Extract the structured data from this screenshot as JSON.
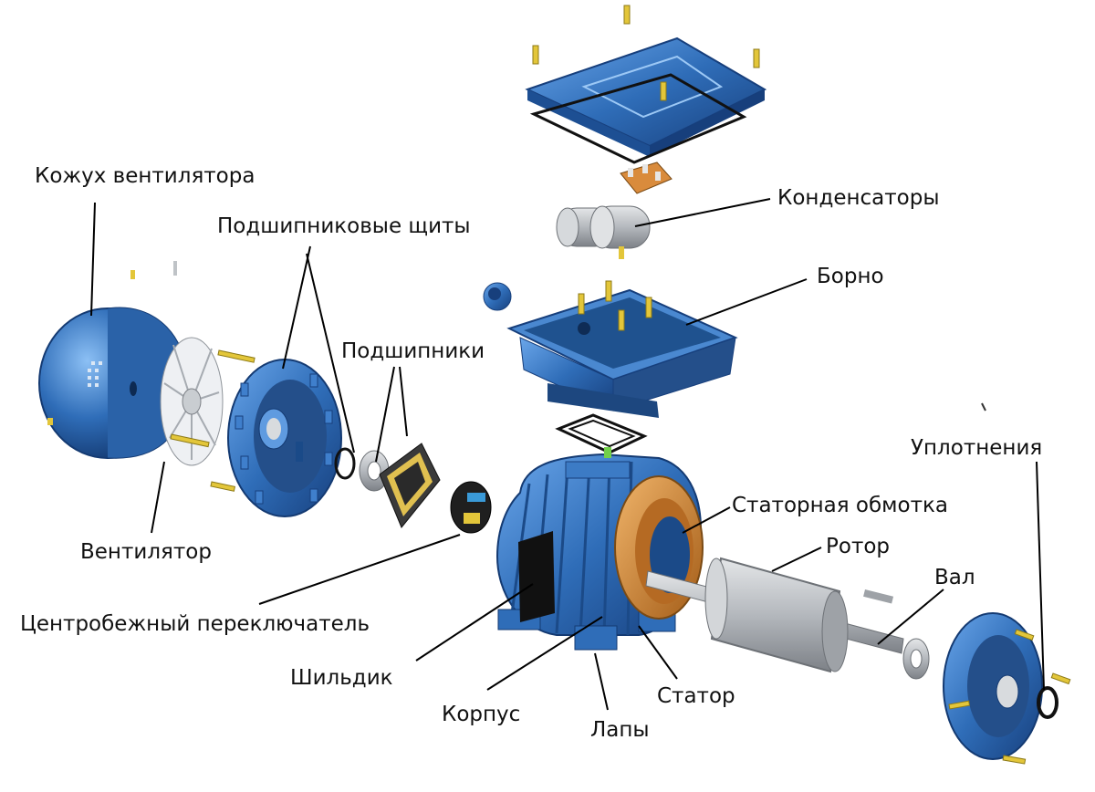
{
  "colors": {
    "body_blue": "#2f6db8",
    "body_dark": "#173f7c",
    "body_light": "#5f9be0",
    "stator_copper": "#c77a2c",
    "rotor_gray": "#b4b8bd",
    "screw_yellow": "#e3c63a",
    "line": "#000000"
  },
  "labels": {
    "fan_cover": "Кожух вентилятора",
    "bearing_shields": "Подшипниковые щиты",
    "capacitors": "Конденсаторы",
    "terminal_box": "Борно",
    "bearings": "Подшипники",
    "seals": "Уплотнения",
    "stator_winding": "Статорная обмотка",
    "rotor": "Ротор",
    "shaft": "Вал",
    "fan": "Вентилятор",
    "centrifugal_switch": "Центробежный переключатель",
    "nameplate": "Шильдик",
    "housing": "Корпус",
    "feet": "Лапы",
    "stator": "Статор"
  }
}
